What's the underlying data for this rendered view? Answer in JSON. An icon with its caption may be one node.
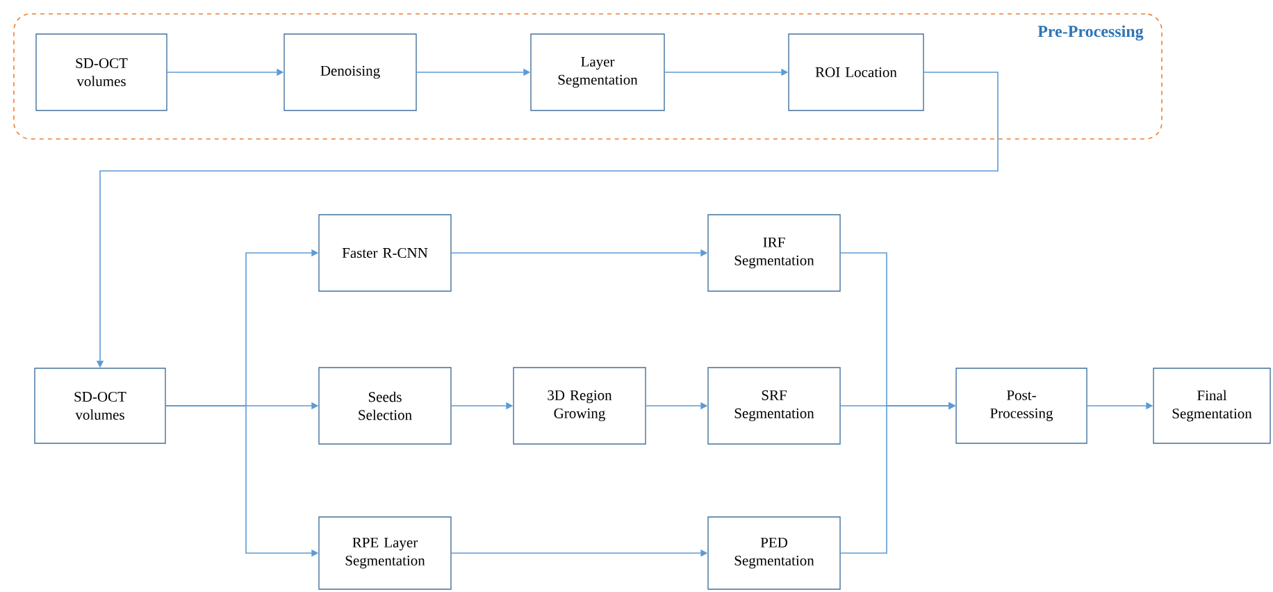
{
  "diagram": {
    "nodes": [
      {
        "text": [
          "Pre-Processing"
        ]
      },
      {
        "text": [
          "SD-OCT volumes"
        ],
        "in": 0
      },
      {
        "text": [
          "Denoising"
        ],
        "in": 0
      },
      {
        "text": [
          "Layer Segmentation"
        ],
        "in": 0
      },
      {
        "text": [
          "ROI Location"
        ],
        "in": 0
      },
      {
        "text": [
          "SD-OCT volumes"
        ]
      },
      {
        "text": [
          "Faster R-CNN"
        ]
      },
      {
        "text": [
          "Seeds Selection"
        ]
      },
      {
        "text": [
          "RPE Layer Segmentation"
        ]
      },
      {
        "text": [
          "3D Region Growing"
        ]
      },
      {
        "text": [
          "IRF Segmentation"
        ]
      },
      {
        "text": [
          "SRF Segmentation"
        ]
      },
      {
        "text": [
          "PED Segmentation"
        ]
      },
      {
        "text": [
          "Post-Processing"
        ]
      },
      {
        "text": [
          "Final Segmentation"
        ]
      }
    ],
    "edges": [
      {
        "from": 1,
        "to": 2,
        "arrow": "to"
      },
      {
        "from": 2,
        "to": 3,
        "arrow": "to"
      },
      {
        "from": 3,
        "to": 4,
        "arrow": "to"
      },
      {
        "from": 4,
        "to": 5,
        "arrow": "to"
      },
      {
        "from": 5,
        "to": 6,
        "arrow": "to"
      },
      {
        "from": 5,
        "to": 7,
        "arrow": "to"
      },
      {
        "from": 5,
        "to": 8,
        "arrow": "to"
      },
      {
        "from": 6,
        "to": 10,
        "arrow": "to"
      },
      {
        "from": 7,
        "to": 9,
        "arrow": "to"
      },
      {
        "from": 9,
        "to": 11,
        "arrow": "to"
      },
      {
        "from": 8,
        "to": 12,
        "arrow": "to"
      },
      {
        "from": 10,
        "to": 13,
        "arrow": "to"
      },
      {
        "from": 11,
        "to": 13,
        "arrow": "to"
      },
      {
        "from": 12,
        "to": 13,
        "arrow": "to"
      },
      {
        "from": 13,
        "to": 14,
        "arrow": "to"
      }
    ]
  }
}
